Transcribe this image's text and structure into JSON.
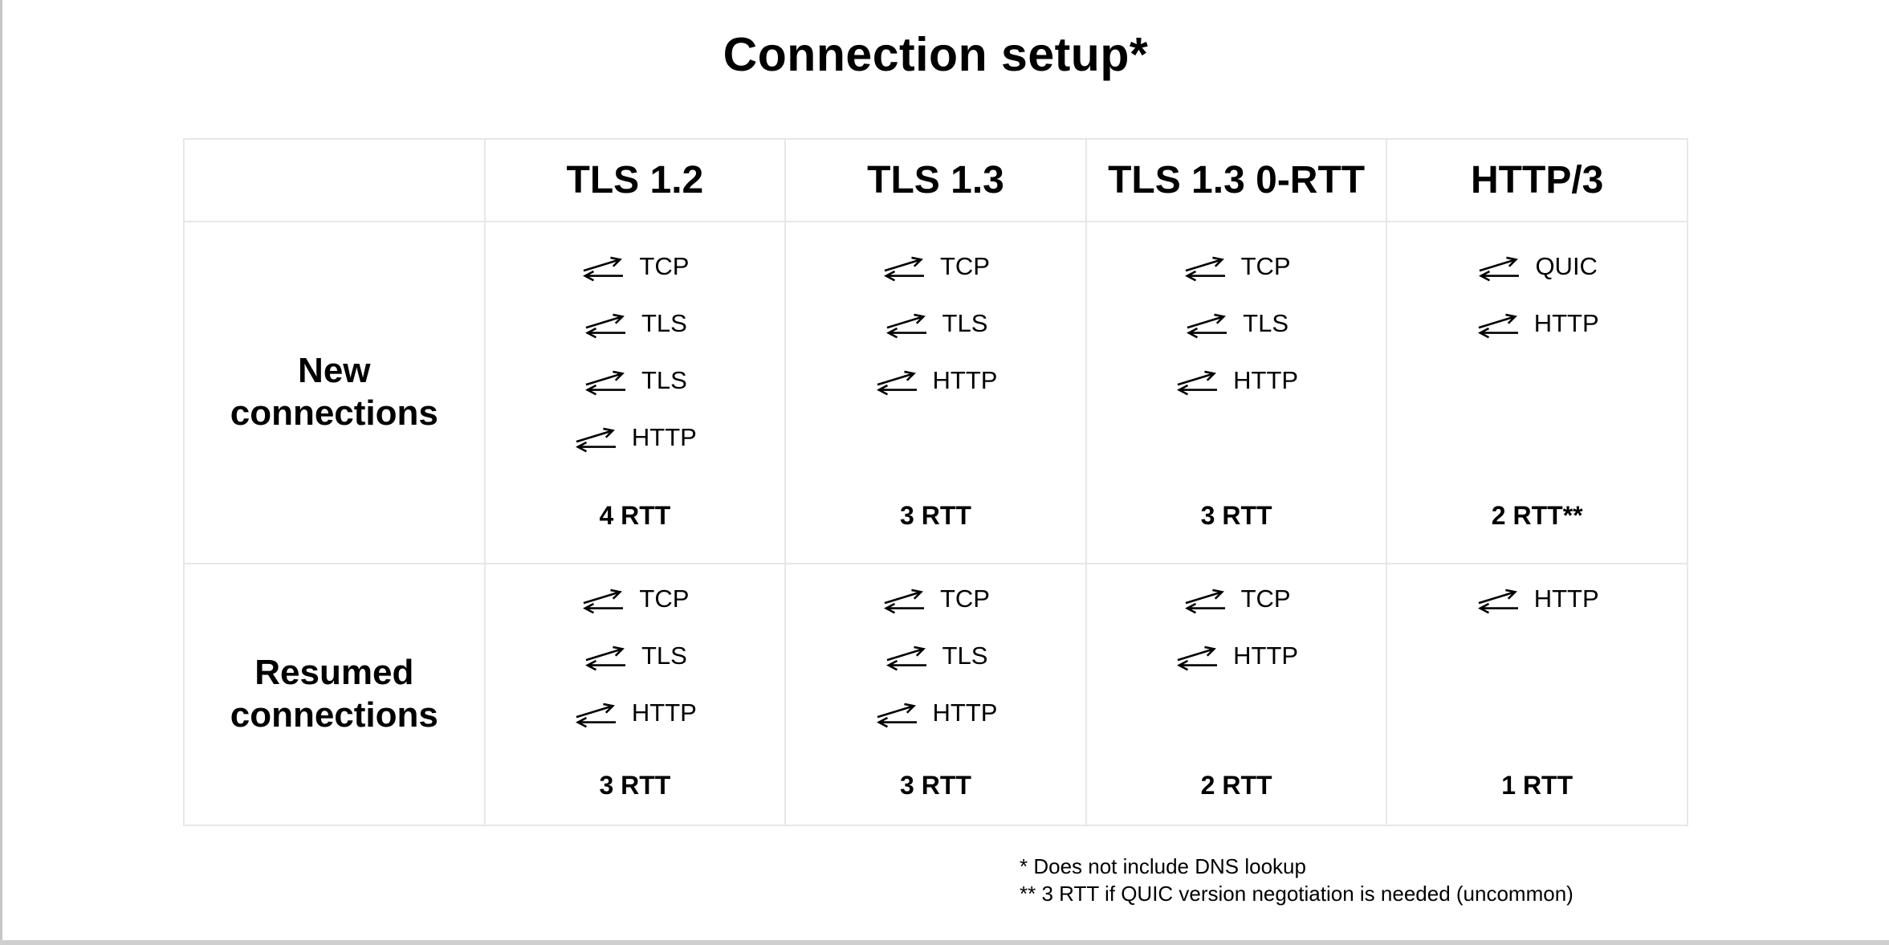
{
  "page": {
    "title": "Connection setup*"
  },
  "table": {
    "corner_label": "",
    "column_headers": [
      "TLS 1.2",
      "TLS 1.3",
      "TLS 1.3 0-RTT",
      "HTTP/3"
    ],
    "rows": [
      {
        "label": "New connections",
        "cells": [
          {
            "steps": [
              "TCP",
              "TLS",
              "TLS",
              "HTTP"
            ],
            "rtt": "4 RTT"
          },
          {
            "steps": [
              "TCP",
              "TLS",
              "HTTP"
            ],
            "rtt": "3 RTT"
          },
          {
            "steps": [
              "TCP",
              "TLS",
              "HTTP"
            ],
            "rtt": "3 RTT"
          },
          {
            "steps": [
              "QUIC",
              "HTTP"
            ],
            "rtt": "2 RTT**"
          }
        ]
      },
      {
        "label": "Resumed connections",
        "cells": [
          {
            "steps": [
              "TCP",
              "TLS",
              "HTTP"
            ],
            "rtt": "3 RTT"
          },
          {
            "steps": [
              "TCP",
              "TLS",
              "HTTP"
            ],
            "rtt": "3 RTT"
          },
          {
            "steps": [
              "TCP",
              "HTTP"
            ],
            "rtt": "2 RTT"
          },
          {
            "steps": [
              "HTTP"
            ],
            "rtt": "1 RTT"
          }
        ]
      }
    ]
  },
  "footnotes": [
    "* Does not include DNS lookup",
    "** 3 RTT if QUIC version negotiation is needed (uncommon)"
  ],
  "icons": {
    "round_trip": "round-trip-arrows"
  },
  "colors": {
    "text": "#000000",
    "table_border": "#e7e7e7",
    "viewport_edge": "#c6c6c6"
  }
}
